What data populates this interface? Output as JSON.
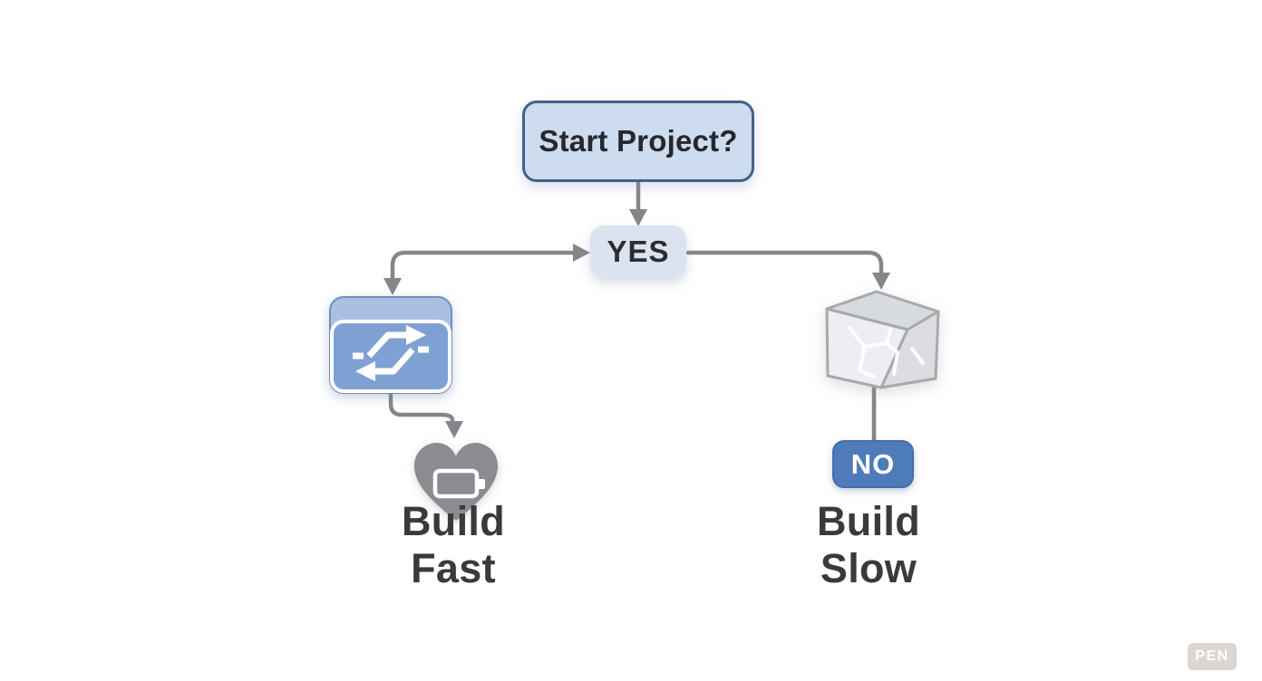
{
  "flowchart": {
    "start": {
      "label": "Start Project?",
      "fill": "#cddcee",
      "border": "#42618e"
    },
    "yes": {
      "label": "YES",
      "fill": "#dce3f0",
      "text_color": "#2b2d31"
    },
    "no": {
      "label": "NO",
      "fill": "#4e7cba",
      "text_color": "#ffffff"
    },
    "outcome_fast": {
      "line1": "Build",
      "line2": "Fast"
    },
    "outcome_slow": {
      "line1": "Build",
      "line2": "Slow"
    },
    "icons": {
      "left_branch": "shuffle-folder-icon",
      "left_result": "heart-battery-icon",
      "right_branch": "stone-cube-icon"
    },
    "colors": {
      "connector": "#85868a",
      "outcome_text": "#3a3a3d",
      "folder_body": "#7fa0d2",
      "folder_tab": "#a9c0e3",
      "heart": "#8b8b90",
      "cube_front": "#edeef1",
      "cube_top": "#d7dade",
      "cube_side": "#dbdde1",
      "background": "#ffffff"
    }
  },
  "watermark": {
    "label": "PEN",
    "fill": "#d7d0ca",
    "text_color": "#ffffff"
  }
}
